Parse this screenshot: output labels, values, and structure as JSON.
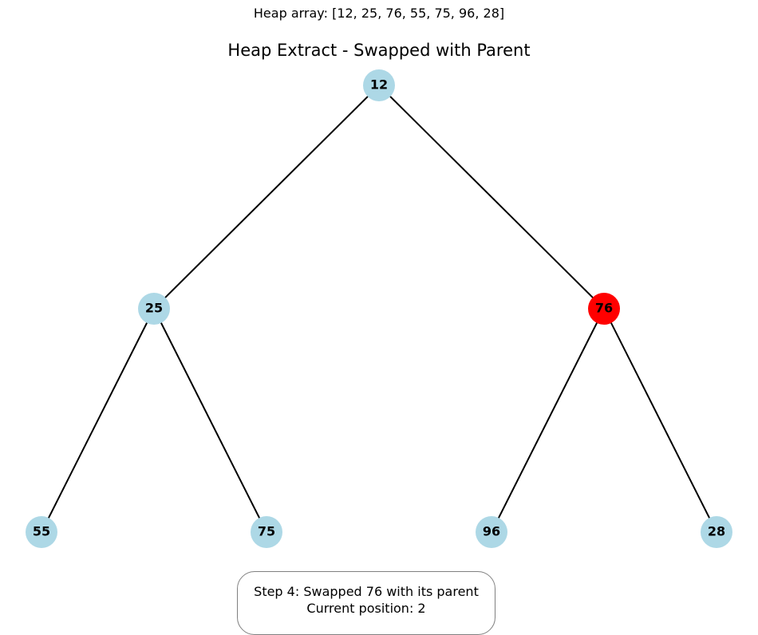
{
  "caption": {
    "heap_array": "Heap array: [12, 25, 76, 55, 75, 96, 28]"
  },
  "title": "Heap Extract - Swapped with Parent",
  "tree": {
    "nodes": [
      {
        "id": "n0",
        "label": "12",
        "index": 0,
        "highlighted": false
      },
      {
        "id": "n1",
        "label": "25",
        "index": 1,
        "highlighted": false
      },
      {
        "id": "n2",
        "label": "76",
        "index": 2,
        "highlighted": true
      },
      {
        "id": "n3",
        "label": "55",
        "index": 3,
        "highlighted": false
      },
      {
        "id": "n4",
        "label": "75",
        "index": 4,
        "highlighted": false
      },
      {
        "id": "n5",
        "label": "96",
        "index": 5,
        "highlighted": false
      },
      {
        "id": "n6",
        "label": "28",
        "index": 6,
        "highlighted": false
      }
    ],
    "edges": [
      {
        "from": "n0",
        "to": "n1"
      },
      {
        "from": "n0",
        "to": "n2"
      },
      {
        "from": "n1",
        "to": "n3"
      },
      {
        "from": "n1",
        "to": "n4"
      },
      {
        "from": "n2",
        "to": "n5"
      },
      {
        "from": "n2",
        "to": "n6"
      }
    ]
  },
  "colors": {
    "node_default": "#add8e6",
    "node_highlight": "#ff0000",
    "edge": "#000000",
    "label": "#000000"
  },
  "status": {
    "line1": "Step 4: Swapped 76 with its parent",
    "line2": "Current position: 2"
  }
}
